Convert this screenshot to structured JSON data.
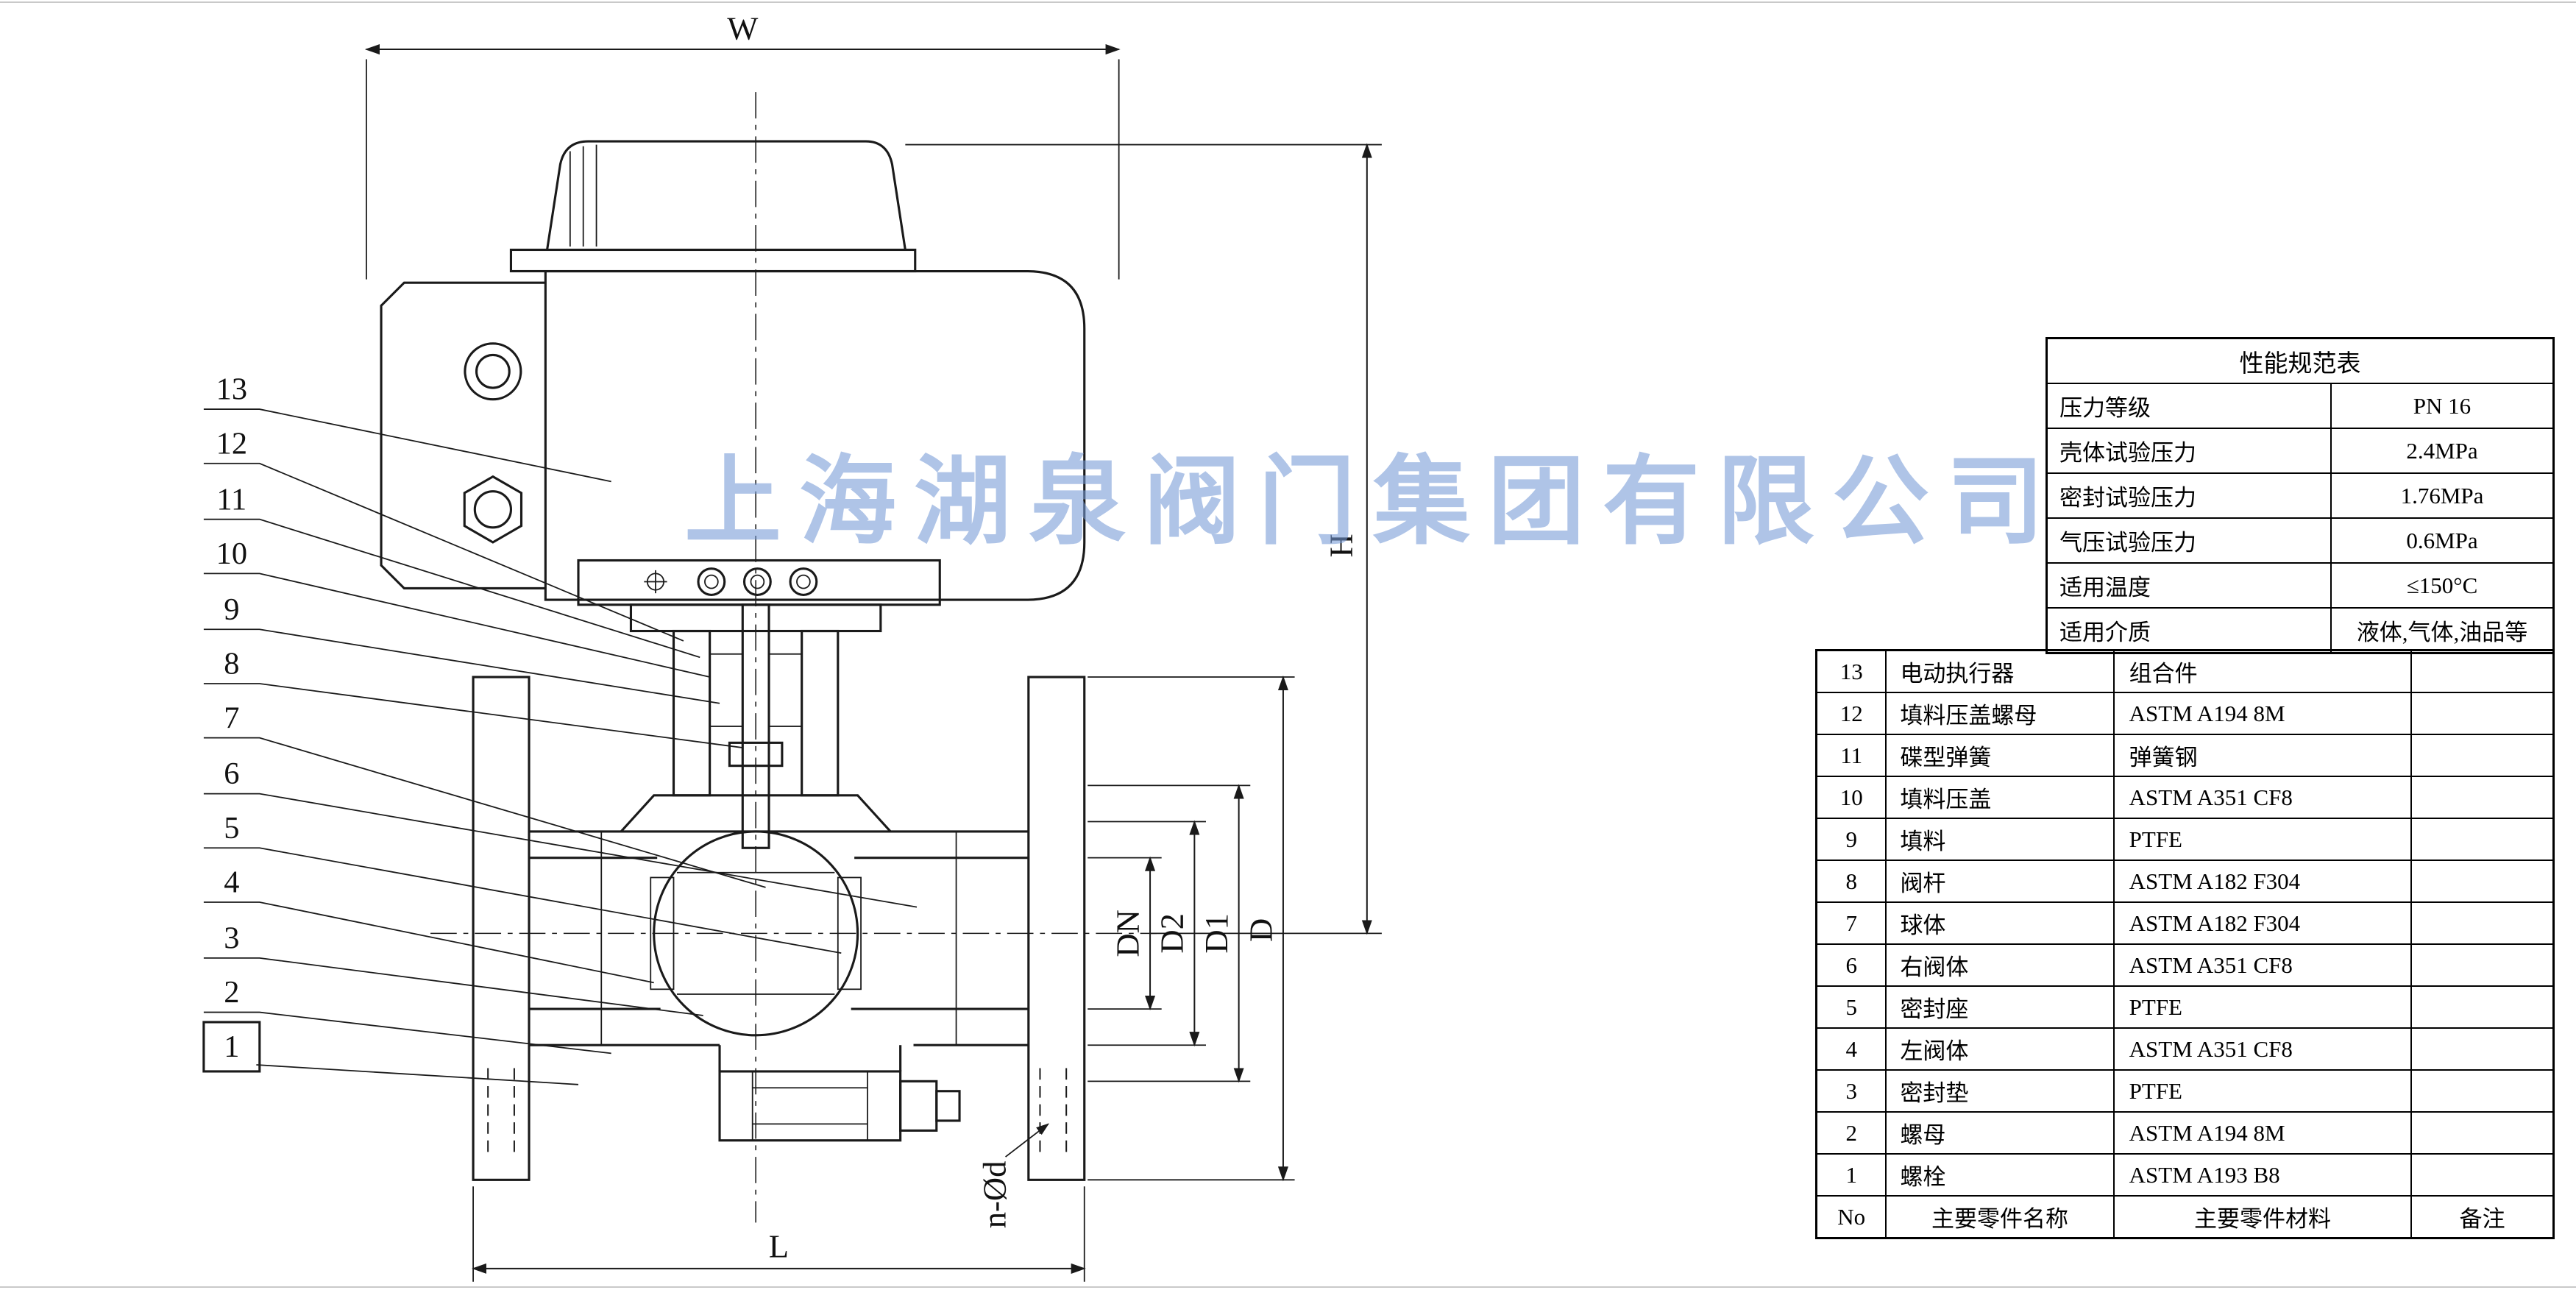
{
  "watermark": "上海湖泉阀门集团有限公司",
  "drawing": {
    "dims": {
      "w": "W",
      "h": "H",
      "l": "L",
      "dn": "DN",
      "d2": "D2",
      "d1": "D1",
      "d": "D",
      "nod": "n-Ød"
    },
    "part_numbers": [
      "13",
      "12",
      "11",
      "10",
      "9",
      "8",
      "7",
      "6",
      "5",
      "4",
      "3",
      "2",
      "1"
    ]
  },
  "spec_table": {
    "title": "性能规范表",
    "rows": [
      {
        "label": "压力等级",
        "value": "PN 16"
      },
      {
        "label": "壳体试验压力",
        "value": "2.4MPa"
      },
      {
        "label": "密封试验压力",
        "value": "1.76MPa"
      },
      {
        "label": "气压试验压力",
        "value": "0.6MPa"
      },
      {
        "label": "适用温度",
        "value": "≤150°C"
      },
      {
        "label": "适用介质",
        "value": "液体,气体,油品等"
      }
    ]
  },
  "parts_table": {
    "rows": [
      {
        "no": "13",
        "name": "电动执行器",
        "material": "组合件",
        "remark": ""
      },
      {
        "no": "12",
        "name": "填料压盖螺母",
        "material": "ASTM A194 8M",
        "remark": ""
      },
      {
        "no": "11",
        "name": "碟型弹簧",
        "material": "弹簧钢",
        "remark": ""
      },
      {
        "no": "10",
        "name": "填料压盖",
        "material": "ASTM A351 CF8",
        "remark": ""
      },
      {
        "no": "9",
        "name": "填料",
        "material": "PTFE",
        "remark": ""
      },
      {
        "no": "8",
        "name": "阀杆",
        "material": "ASTM A182 F304",
        "remark": ""
      },
      {
        "no": "7",
        "name": "球体",
        "material": "ASTM A182 F304",
        "remark": ""
      },
      {
        "no": "6",
        "name": "右阀体",
        "material": "ASTM A351 CF8",
        "remark": ""
      },
      {
        "no": "5",
        "name": "密封座",
        "material": "PTFE",
        "remark": ""
      },
      {
        "no": "4",
        "name": "左阀体",
        "material": "ASTM A351 CF8",
        "remark": ""
      },
      {
        "no": "3",
        "name": "密封垫",
        "material": "PTFE",
        "remark": ""
      },
      {
        "no": "2",
        "name": "螺母",
        "material": "ASTM A194 8M",
        "remark": ""
      },
      {
        "no": "1",
        "name": "螺栓",
        "material": "ASTM A193 B8",
        "remark": ""
      }
    ],
    "footer": {
      "no": "No",
      "name": "主要零件名称",
      "material": "主要零件材料",
      "remark": "备注"
    }
  }
}
